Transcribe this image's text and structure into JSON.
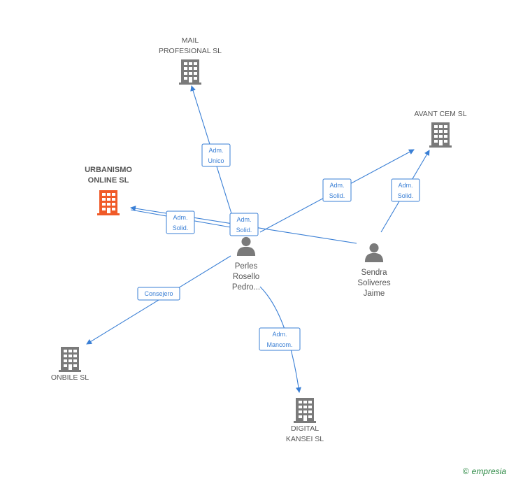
{
  "colors": {
    "edge": "#3a7fd5",
    "building": "#7a7a7a",
    "focus_building": "#f05a28",
    "person": "#7a7a7a",
    "brand": "#2d8a45"
  },
  "companies": [
    {
      "id": "mail",
      "lines": [
        "MAIL",
        "PROFESIONAL SL"
      ],
      "focus": false
    },
    {
      "id": "avant",
      "lines": [
        "AVANT CEM SL"
      ],
      "focus": false
    },
    {
      "id": "urbanismo",
      "lines": [
        "URBANISMO",
        "ONLINE SL"
      ],
      "focus": true
    },
    {
      "id": "onbile",
      "lines": [
        "ONBILE SL"
      ],
      "focus": false
    },
    {
      "id": "digital",
      "lines": [
        "DIGITAL",
        "KANSEI SL"
      ],
      "focus": false
    }
  ],
  "persons": [
    {
      "id": "perles",
      "lines": [
        "Perles",
        "Rosello",
        "Pedro..."
      ]
    },
    {
      "id": "sendra",
      "lines": [
        "Sendra",
        "Soliveres",
        "Jaime"
      ]
    }
  ],
  "edges": [
    {
      "id": "e1",
      "from": "perles",
      "to": "mail",
      "label": [
        "Adm.",
        "Unico"
      ]
    },
    {
      "id": "e2",
      "from": "perles",
      "to": "urbanismo",
      "label": [
        "Adm.",
        "Solid."
      ]
    },
    {
      "id": "e3",
      "from": "sendra",
      "to": "urbanismo",
      "label": [
        "Adm.",
        "Solid."
      ]
    },
    {
      "id": "e4",
      "from": "perles",
      "to": "avant",
      "label": [
        "Adm.",
        "Solid."
      ]
    },
    {
      "id": "e5",
      "from": "sendra",
      "to": "avant",
      "label": [
        "Adm.",
        "Solid."
      ]
    },
    {
      "id": "e6",
      "from": "perles",
      "to": "onbile",
      "label": [
        "Consejero"
      ]
    },
    {
      "id": "e7",
      "from": "perles",
      "to": "digital",
      "label": [
        "Adm.",
        "Mancom."
      ]
    }
  ],
  "brand": {
    "copyright": "©",
    "name": "empresia"
  }
}
